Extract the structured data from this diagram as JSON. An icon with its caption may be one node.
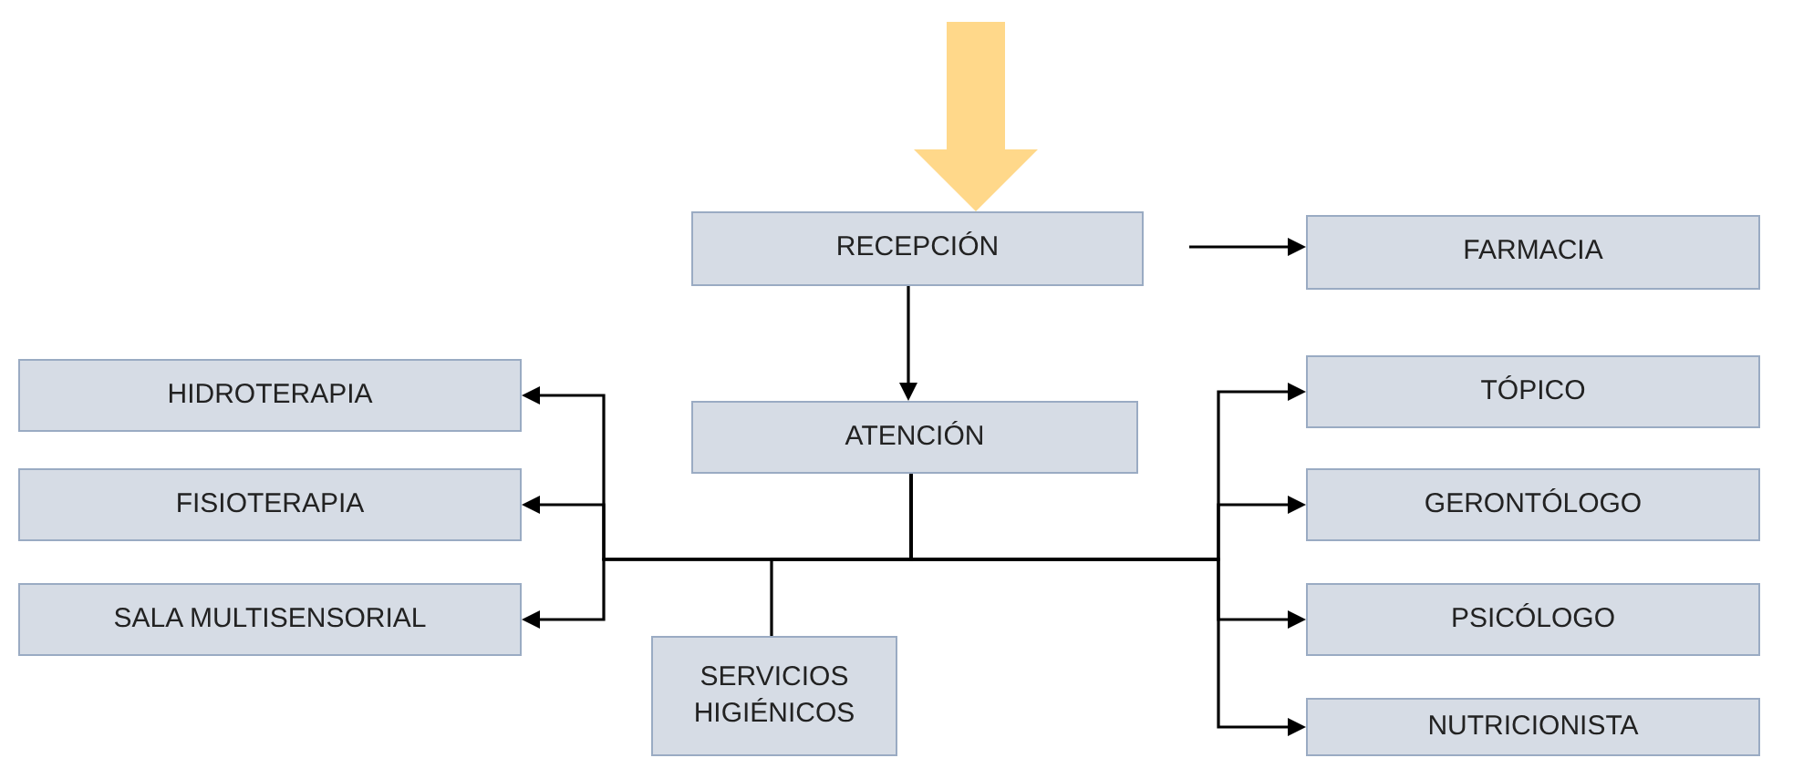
{
  "diagram": {
    "nodes": [
      {
        "text": [
          "RECEPCIÓN"
        ]
      },
      {
        "text": [
          "FARMACIA"
        ]
      },
      {
        "text": [
          "HIDROTERAPIA"
        ]
      },
      {
        "text": [
          "ATENCIÓN"
        ]
      },
      {
        "text": [
          "TÓPICO"
        ]
      },
      {
        "text": [
          "FISIOTERAPIA"
        ]
      },
      {
        "text": [
          "GERONTÓLOGO"
        ]
      },
      {
        "text": [
          "SALA MULTISENSORIAL"
        ]
      },
      {
        "text": [
          "PSICÓLOGO"
        ]
      },
      {
        "text": [
          "SERVICIOS HIGIÉNICOS"
        ]
      },
      {
        "text": [
          "NUTRICIONISTA"
        ]
      }
    ],
    "edges": [
      {
        "from": null,
        "to": 0,
        "arrow": "to",
        "style": "thick",
        "color": "#ffd88a"
      },
      {
        "from": 0,
        "to": 1,
        "arrow": "to"
      },
      {
        "from": 0,
        "to": 3,
        "arrow": "to"
      },
      {
        "from": 3,
        "to": 2,
        "arrow": "to"
      },
      {
        "from": 3,
        "to": 5,
        "arrow": "to"
      },
      {
        "from": 3,
        "to": 7,
        "arrow": "to"
      },
      {
        "from": 3,
        "to": 9,
        "arrow": "none"
      },
      {
        "from": 3,
        "to": 4,
        "arrow": "to"
      },
      {
        "from": 3,
        "to": 6,
        "arrow": "to"
      },
      {
        "from": 3,
        "to": 8,
        "arrow": "to"
      },
      {
        "from": 3,
        "to": 10,
        "arrow": "to"
      }
    ]
  }
}
